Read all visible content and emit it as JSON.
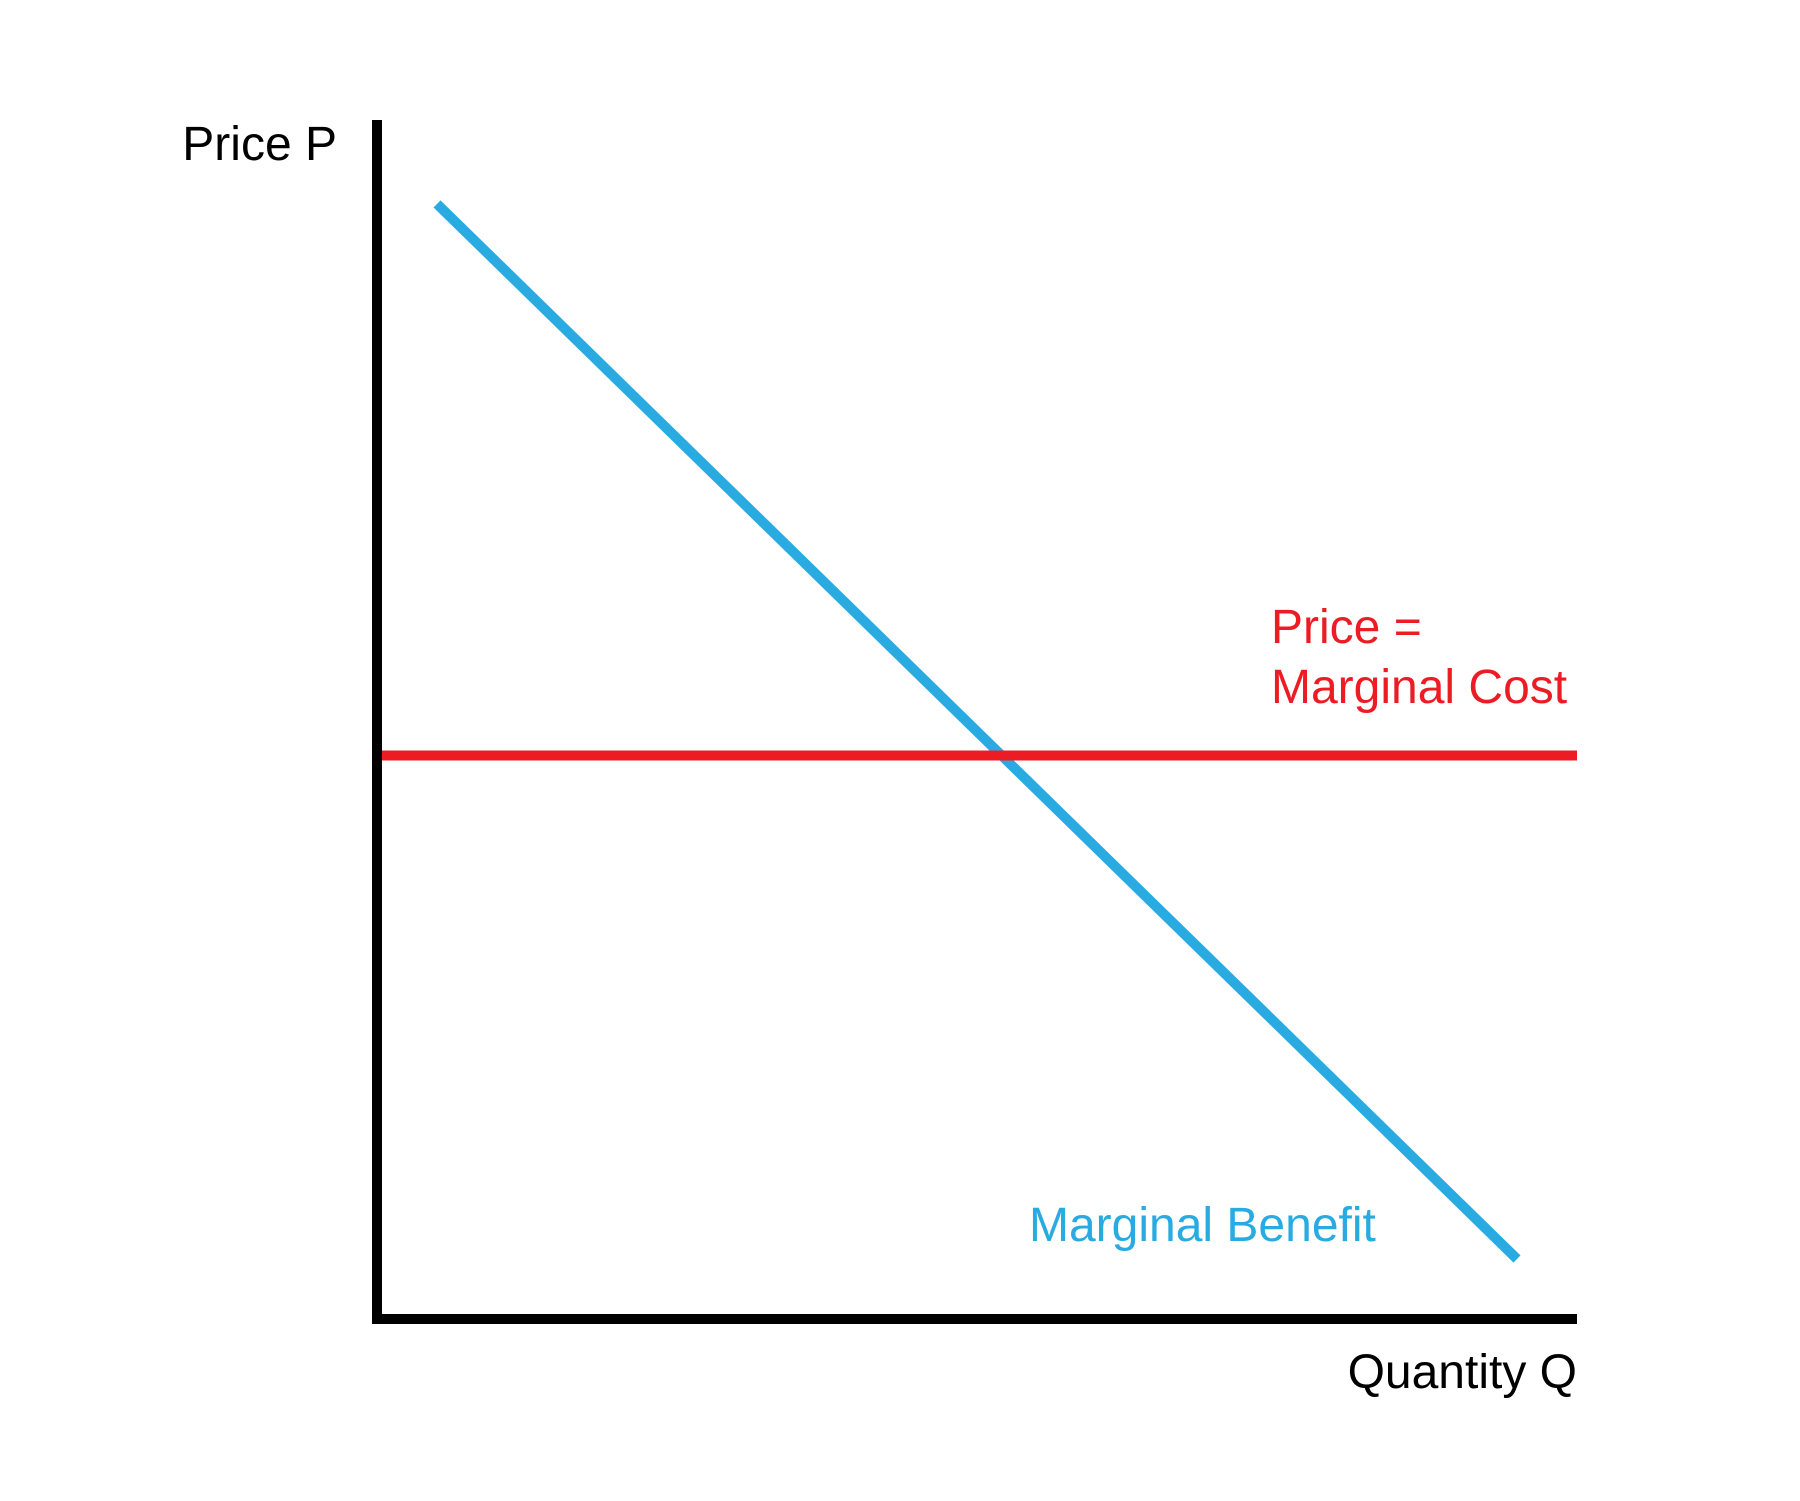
{
  "chart_data": {
    "type": "line",
    "title": "",
    "xlabel": "Quantity Q",
    "ylabel": "Price P",
    "xlim": [
      0,
      10
    ],
    "ylim": [
      0,
      10
    ],
    "ticks": false,
    "grid": false,
    "legend": "none",
    "series": [
      {
        "name": "Marginal Benefit",
        "color": "#29abe2",
        "x": [
          0.5,
          9.5
        ],
        "y": [
          9.3,
          0.5
        ]
      },
      {
        "name": "Price = Marginal Cost",
        "name_lines": [
          "Price =",
          "Marginal Cost"
        ],
        "color": "#ed1c24",
        "x": [
          0,
          10
        ],
        "y": [
          4.7,
          4.7
        ]
      }
    ],
    "colors": {
      "axes": "#000000",
      "marginal_benefit": "#29abe2",
      "marginal_cost": "#ed1c24",
      "background": "#ffffff"
    }
  }
}
